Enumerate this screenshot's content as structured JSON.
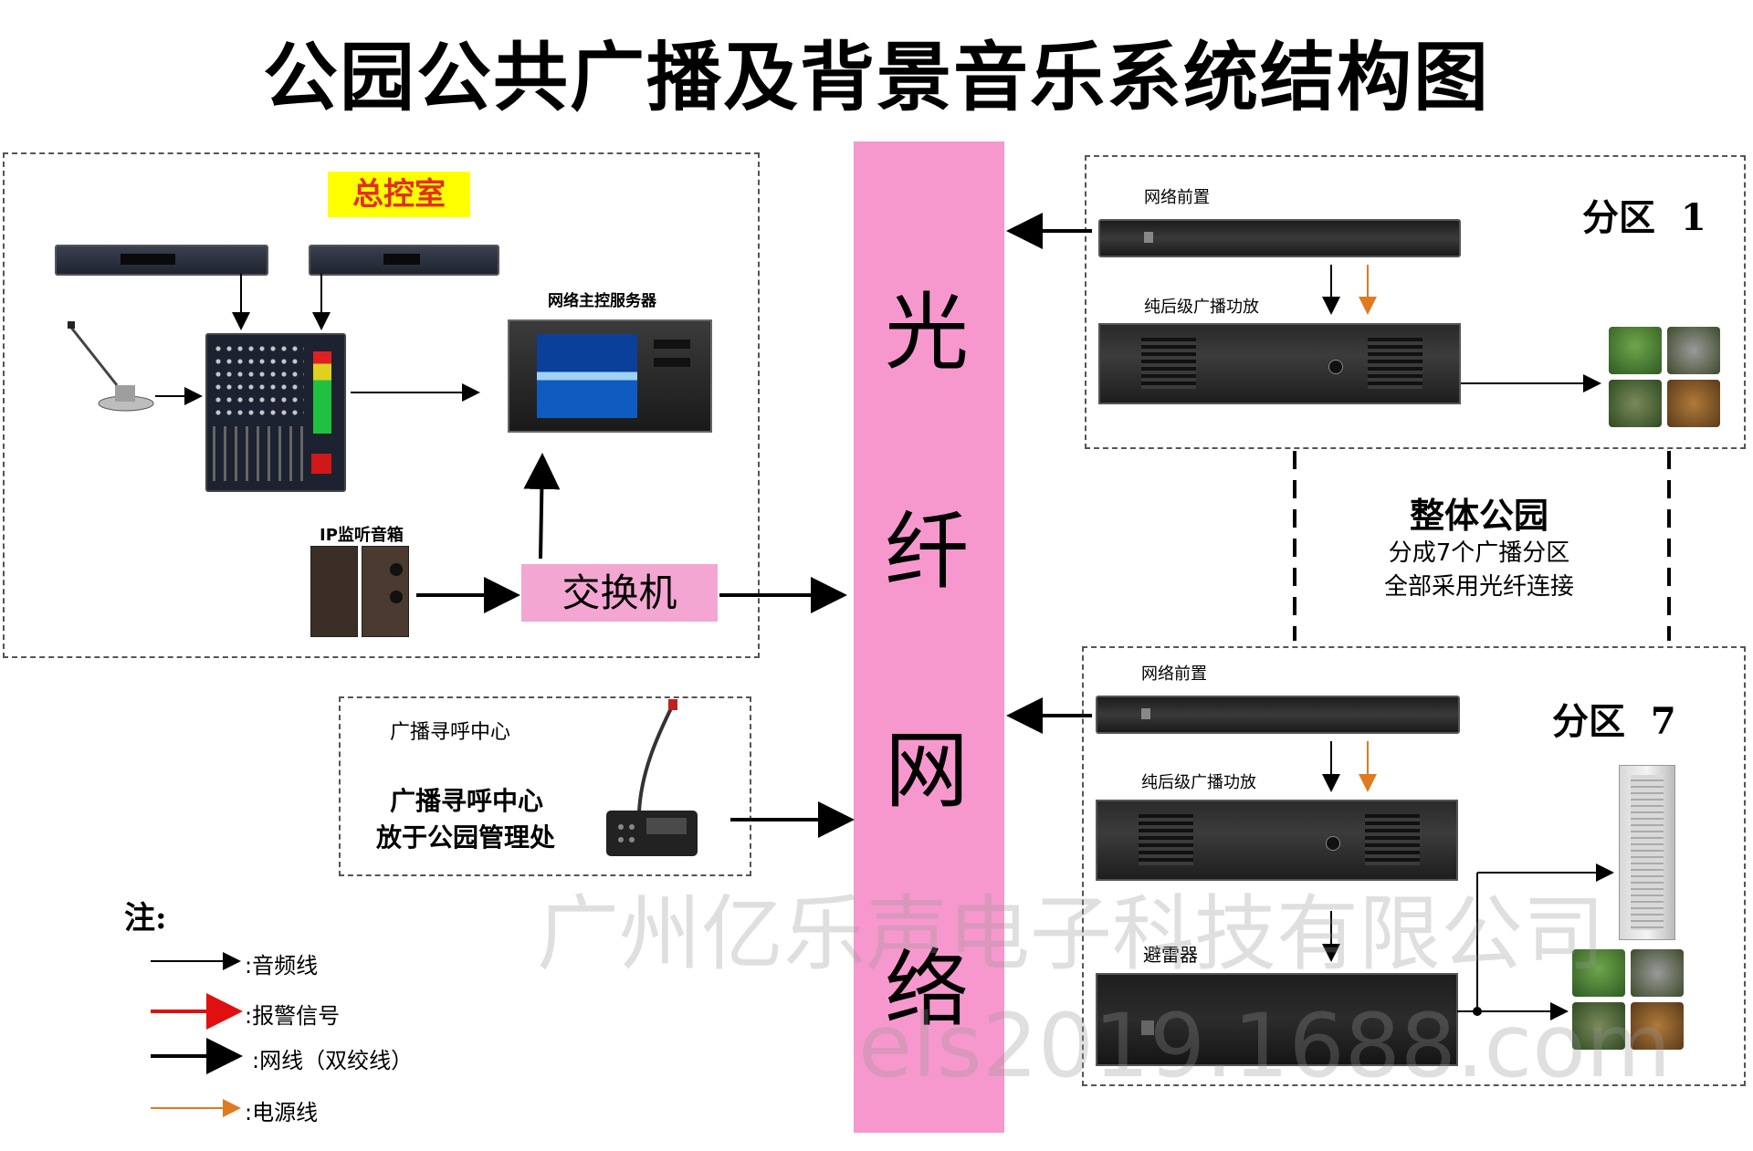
{
  "title": "公园公共广播及背景音乐系统结构图",
  "fiber_network": [
    "光",
    "纤",
    "网",
    "络"
  ],
  "control_room": {
    "label": "总控室",
    "server_label": "网络主控服务器",
    "ip_monitor_label": "IP监听音箱",
    "switch_label": "交换机"
  },
  "paging_center": {
    "label_top": "广播寻呼中心",
    "label_line1": "广播寻呼中心",
    "label_line2": "放于公园管理处"
  },
  "zone1": {
    "title": "分区  1",
    "preamp_label": "网络前置",
    "amp_label": "纯后级广播功放"
  },
  "zone7": {
    "title": "分区  7",
    "preamp_label": "网络前置",
    "amp_label": "纯后级广播功放",
    "surge_label": "避雷器"
  },
  "park_summary": {
    "title": "整体公园",
    "line1": "分成7个广播分区",
    "line2": "全部采用光纤连接"
  },
  "legend": {
    "title": "注:",
    "items": [
      {
        "label": ":音频线",
        "color": "#000000"
      },
      {
        "label": ":报警信号",
        "color": "#e01010"
      },
      {
        "label": ":网线（双绞线）",
        "color": "#000000"
      },
      {
        "label": ":电源线",
        "color": "#e07a20"
      }
    ]
  },
  "watermark": {
    "line1": "广州亿乐声电子科技有限公司",
    "line2": "els2019.1688.com"
  },
  "colors": {
    "fiber_band": "#f698cd",
    "switch_bg": "#f4a6d2",
    "control_label_bg": "#ffff00",
    "control_label_text": "#e03020",
    "power_line": "#e07a20",
    "alarm_line": "#e01010"
  }
}
